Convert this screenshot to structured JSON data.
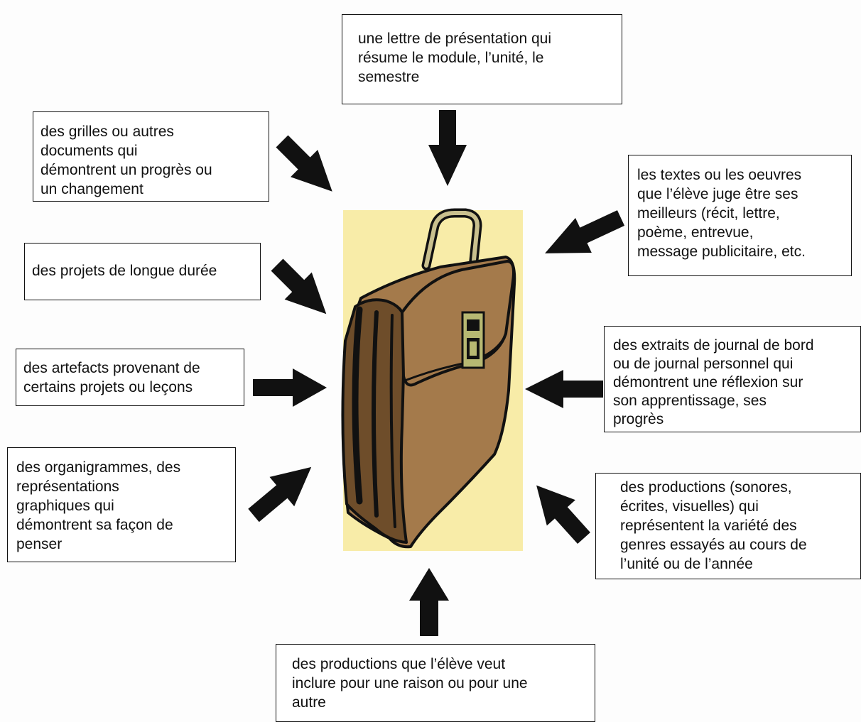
{
  "diagram": {
    "center": {
      "icon": "briefcase-icon"
    },
    "boxes": {
      "top": "une lettre de présentation qui\nrésume le module, l’unité, le\nsemestre",
      "grilles": "des grilles ou autres\ndocuments qui\ndémontrent un progrès ou\nun changement",
      "projets": "des projets de longue durée",
      "artefacts": "des artefacts provenant de\ncertains projets ou leçons",
      "organigrammes": "des organigrammes, des\nreprésentations\ngraphiques qui\ndémontrent sa façon de\npenser",
      "textes": "les textes ou les oeuvres\nque l’élève juge être ses\nmeilleurs (récit, lettre,\npoème, entrevue,\nmessage publicitaire, etc.",
      "extraits": "des extraits de journal de bord\nou de journal personnel qui\ndémontrent une réflexion sur\nson apprentissage, ses\nprogrès",
      "productions_sonores": "des productions (sonores,\nécrites, visuelles) qui\nreprésentent la variété des\ngenres essayés au cours de\nl’unité ou de l’année",
      "bottom": "des productions que l’élève veut\ninclure pour une raison ou pour une\nautre"
    },
    "colors": {
      "arrow": "#111111",
      "panel": "#f8eca8",
      "bag": "#a47a4b",
      "bag_shadow": "#6e4d2a",
      "clasp": "#b7b872",
      "handle": "#c9c08e",
      "outline": "#111111"
    }
  }
}
